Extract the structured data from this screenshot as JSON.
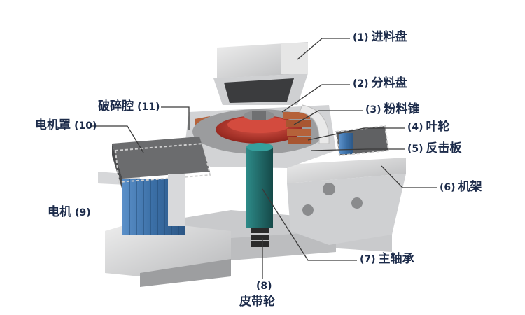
{
  "labels": [
    {
      "id": "feed-plate",
      "num": "(1)",
      "text": "进料盘"
    },
    {
      "id": "distributor-plate",
      "num": "(2)",
      "text": "分料盘"
    },
    {
      "id": "material-cone",
      "num": "(3)",
      "text": "粉料锥"
    },
    {
      "id": "impeller",
      "num": "(4)",
      "text": "叶轮"
    },
    {
      "id": "impact-plate",
      "num": "(5)",
      "text": "反击板"
    },
    {
      "id": "frame",
      "num": "(6)",
      "text": "机架"
    },
    {
      "id": "main-bearing",
      "num": "(7)",
      "text": "主轴承"
    },
    {
      "id": "pulley",
      "num": "(8)",
      "text": "皮带轮"
    },
    {
      "id": "motor",
      "num": "(9)",
      "text": "电机"
    },
    {
      "id": "motor-cover",
      "num": "(10)",
      "text": "电机罩"
    },
    {
      "id": "crushing-chamber",
      "num": "(11)",
      "text": "破碎腔"
    }
  ],
  "colors": {
    "label_text": "#1c2b4a",
    "leader_line": "#3a3a3a",
    "machine_gray": "#d9d9d9",
    "machine_shadow": "#a9aaac",
    "motor_blue": "#3a6ea5",
    "shaft_teal": "#1f6b6a",
    "impeller_red": "#c0392b",
    "liner_copper": "#b5623a"
  }
}
